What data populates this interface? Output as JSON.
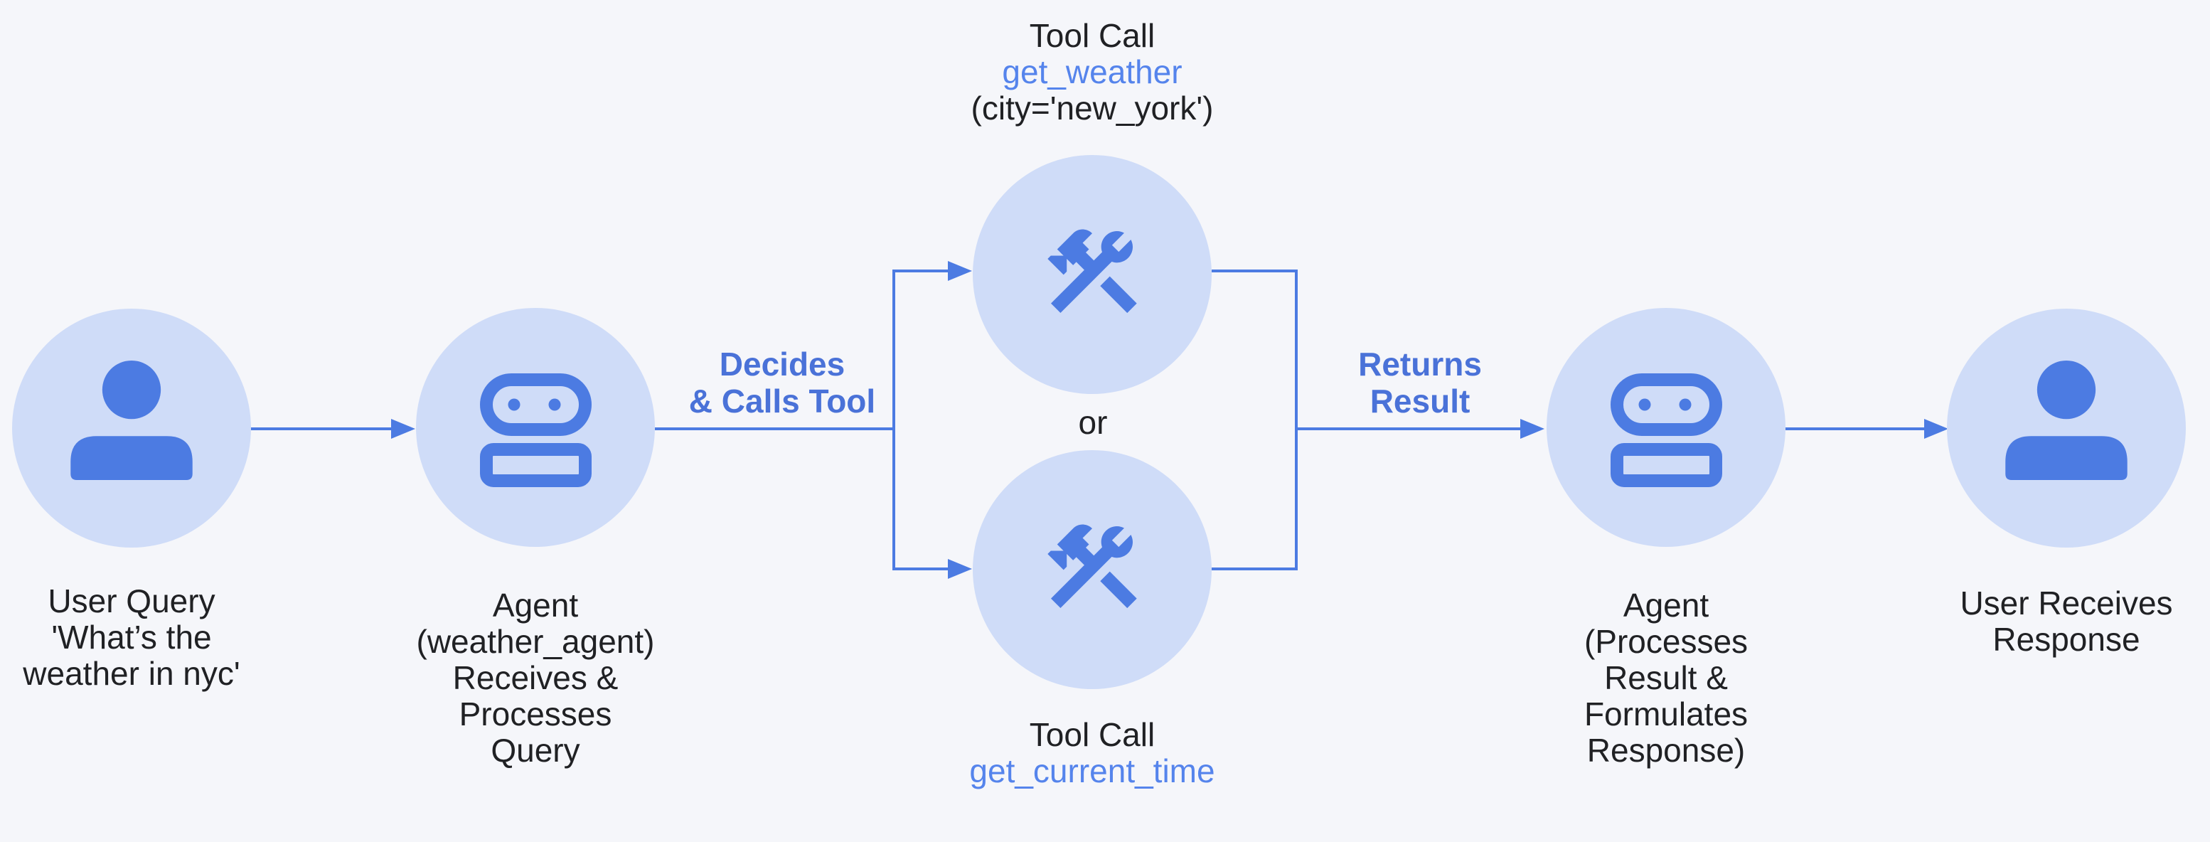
{
  "colors": {
    "background": "#f5f6fa",
    "circle_fill": "#cfdcf8",
    "accent_blue": "#4c7be2",
    "function_blue": "#5584ec",
    "flow_label_blue": "#4a72d8",
    "text_dark": "#202124"
  },
  "icons": {
    "user": "person-icon",
    "agent": "robot-icon",
    "tool": "hammer-wrench-construction-icon"
  },
  "flow": {
    "nodes": {
      "user_query": {
        "label": "User Query\n'What’s the\nweather in nyc'"
      },
      "agent_receive": {
        "label": "Agent\n(weather_agent)\nReceives &\nProcesses\nQuery"
      },
      "tool_weather": {
        "caption_top": "Tool Call",
        "caption_fn": "get_weather",
        "caption_args": "(city='new_york')"
      },
      "tool_time": {
        "caption_top": "Tool Call",
        "caption_fn": "get_current_time"
      },
      "agent_respond": {
        "label": "Agent\n(Processes\nResult &\nFormulates\nResponse)"
      },
      "user_response": {
        "label": "User Receives\nResponse"
      }
    },
    "edges": {
      "decides_label": "Decides\n& Calls Tool",
      "returns_label": "Returns\nResult",
      "or_label": "or"
    }
  }
}
